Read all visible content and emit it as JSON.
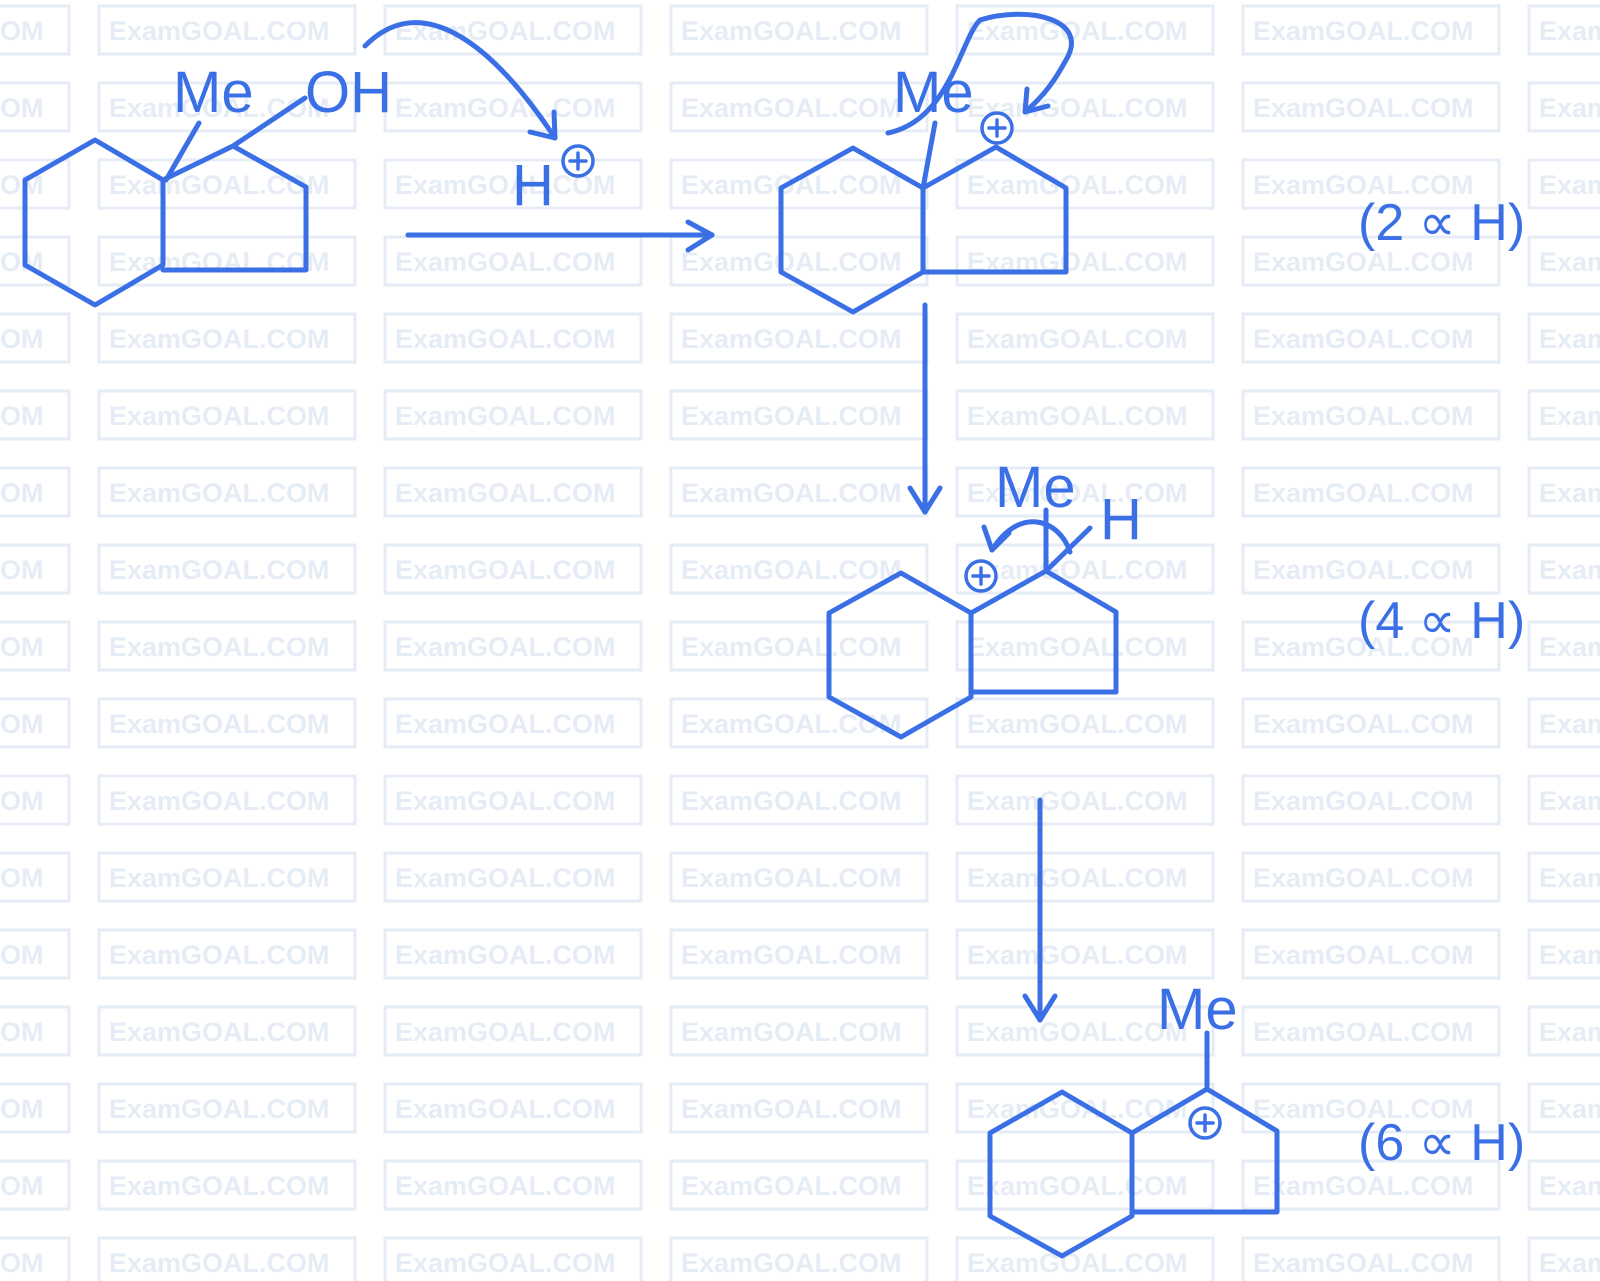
{
  "colors": {
    "ink": "#3a6fe6",
    "watermark": "#e6ecf5",
    "background": "#ffffff"
  },
  "watermark": {
    "text": "ExamGOAL.COM"
  },
  "reagent": {
    "proton": "H"
  },
  "structures": {
    "start": {
      "methyl": "Me",
      "hydroxyl": "OH"
    },
    "cation1": {
      "methyl": "Me",
      "note": "(2 ∝ H)"
    },
    "cation2": {
      "methyl": "Me",
      "hydrogen": "H",
      "note": "(4 ∝ H)"
    },
    "cation3": {
      "methyl": "Me",
      "note": "(6 ∝ H)"
    }
  }
}
